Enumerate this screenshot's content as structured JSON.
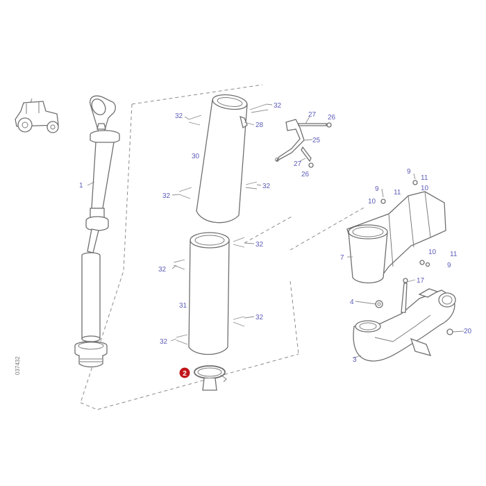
{
  "diagram": {
    "reference_code": "037432",
    "highlight": {
      "number": "2",
      "color": "#c0161a"
    },
    "callouts": [
      {
        "id": "c1",
        "text": "1"
      },
      {
        "id": "c3",
        "text": "3"
      },
      {
        "id": "c4",
        "text": "4"
      },
      {
        "id": "c7",
        "text": "7"
      },
      {
        "id": "c9a",
        "text": "9"
      },
      {
        "id": "c9b",
        "text": "9"
      },
      {
        "id": "c9c",
        "text": "9"
      },
      {
        "id": "c10a",
        "text": "10"
      },
      {
        "id": "c10b",
        "text": "10"
      },
      {
        "id": "c10c",
        "text": "10"
      },
      {
        "id": "c11a",
        "text": "11"
      },
      {
        "id": "c11b",
        "text": "11"
      },
      {
        "id": "c11c",
        "text": "11"
      },
      {
        "id": "c17",
        "text": "17"
      },
      {
        "id": "c20",
        "text": "20"
      },
      {
        "id": "c25",
        "text": "25"
      },
      {
        "id": "c26a",
        "text": "26"
      },
      {
        "id": "c26b",
        "text": "26"
      },
      {
        "id": "c27a",
        "text": "27"
      },
      {
        "id": "c27b",
        "text": "27"
      },
      {
        "id": "c28",
        "text": "28"
      },
      {
        "id": "c30",
        "text": "30"
      },
      {
        "id": "c31",
        "text": "31"
      },
      {
        "id": "c32a",
        "text": "32"
      },
      {
        "id": "c32b",
        "text": "32"
      },
      {
        "id": "c32c",
        "text": "32"
      },
      {
        "id": "c32d",
        "text": "32"
      },
      {
        "id": "c32e",
        "text": "32"
      },
      {
        "id": "c32f",
        "text": "32"
      },
      {
        "id": "c32g",
        "text": "32"
      },
      {
        "id": "c32h",
        "text": "32"
      }
    ]
  }
}
